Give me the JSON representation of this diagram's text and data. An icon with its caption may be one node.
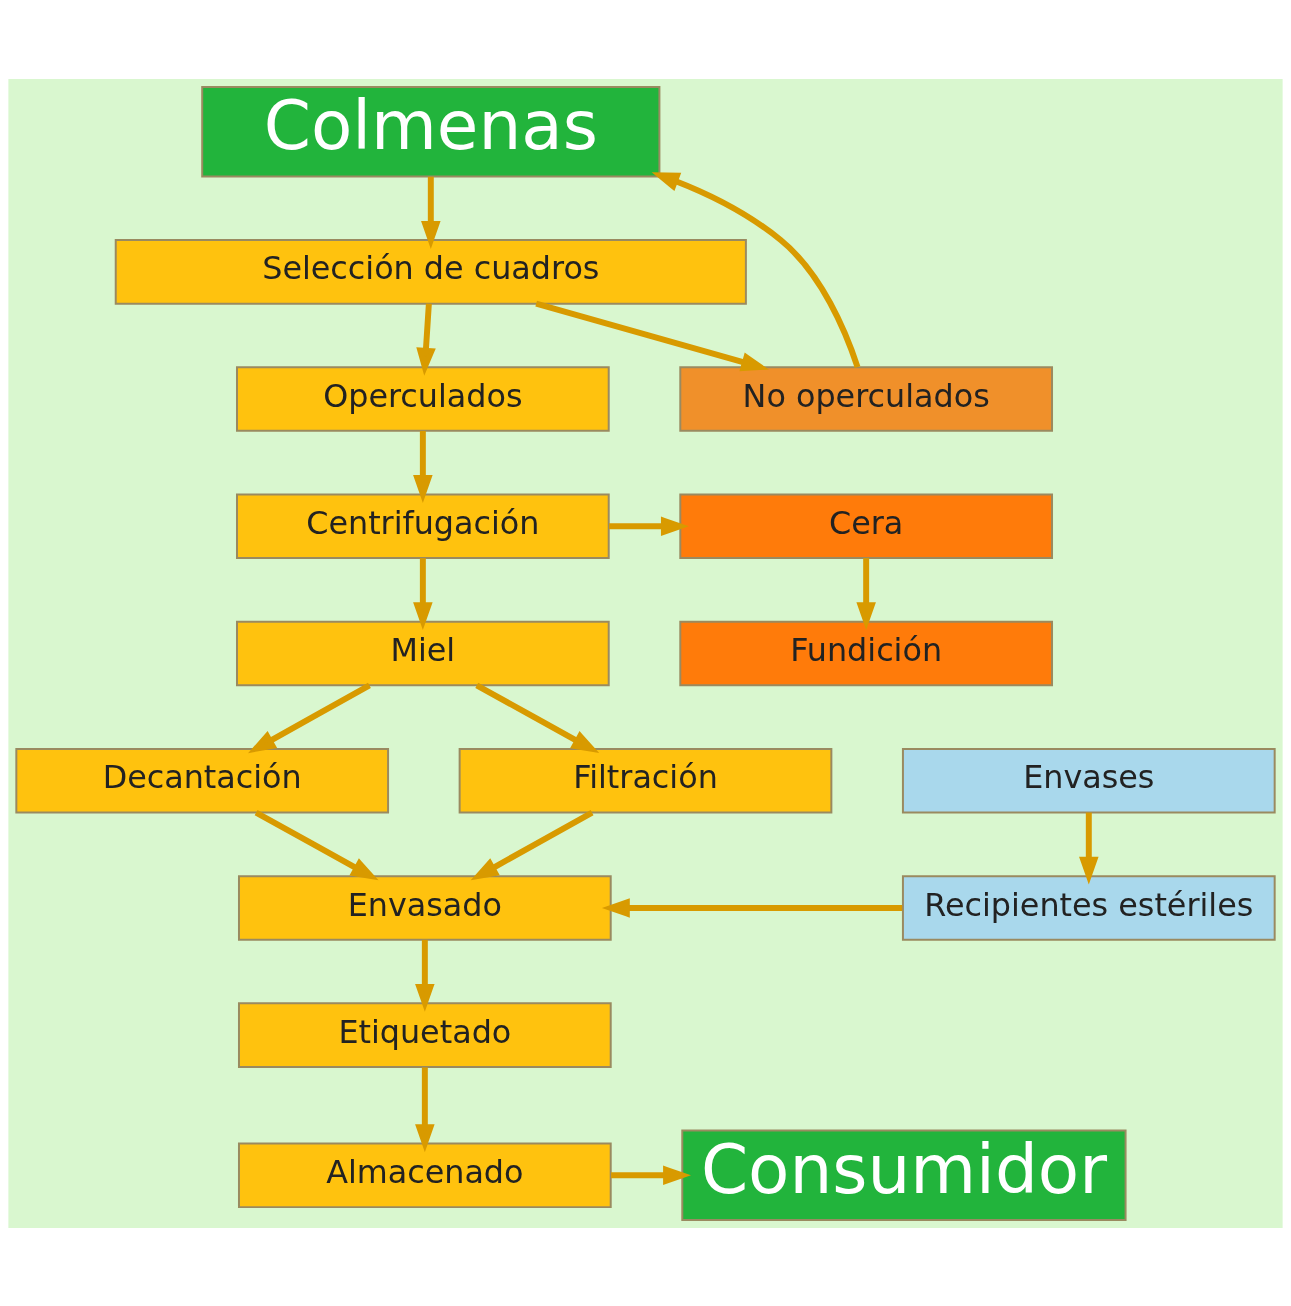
{
  "diagram": {
    "nodes": [
      {
        "text": [
          "Colmenas"
        ]
      },
      {
        "text": [
          "Selección de cuadros"
        ]
      },
      {
        "text": [
          "Operculados"
        ]
      },
      {
        "text": [
          "No operculados"
        ]
      },
      {
        "text": [
          "Centrifugación"
        ]
      },
      {
        "text": [
          "Cera"
        ]
      },
      {
        "text": [
          "Miel"
        ]
      },
      {
        "text": [
          "Fundición"
        ]
      },
      {
        "text": [
          "Decantación"
        ]
      },
      {
        "text": [
          "Filtración"
        ]
      },
      {
        "text": [
          "Envases"
        ]
      },
      {
        "text": [
          "Envasado"
        ]
      },
      {
        "text": [
          "Recipientes estériles"
        ]
      },
      {
        "text": [
          "Etiquetado"
        ]
      },
      {
        "text": [
          "Almacenado"
        ]
      },
      {
        "text": [
          "Consumidor"
        ]
      }
    ],
    "edges": [
      {
        "from": 0,
        "to": 1,
        "arrow": "to"
      },
      {
        "from": 1,
        "to": 2,
        "arrow": "to"
      },
      {
        "from": 1,
        "to": 3,
        "arrow": "to"
      },
      {
        "from": 3,
        "to": 0,
        "arrow": "to"
      },
      {
        "from": 2,
        "to": 4,
        "arrow": "to"
      },
      {
        "from": 4,
        "to": 5,
        "arrow": "to"
      },
      {
        "from": 4,
        "to": 6,
        "arrow": "to"
      },
      {
        "from": 5,
        "to": 7,
        "arrow": "to"
      },
      {
        "from": 6,
        "to": 8,
        "arrow": "to"
      },
      {
        "from": 6,
        "to": 9,
        "arrow": "to"
      },
      {
        "from": 8,
        "to": 11,
        "arrow": "to"
      },
      {
        "from": 9,
        "to": 11,
        "arrow": "to"
      },
      {
        "from": 10,
        "to": 12,
        "arrow": "to"
      },
      {
        "from": 12,
        "to": 11,
        "arrow": "to"
      },
      {
        "from": 11,
        "to": 13,
        "arrow": "to"
      },
      {
        "from": 13,
        "to": 14,
        "arrow": "to"
      },
      {
        "from": 14,
        "to": 15,
        "arrow": "to"
      }
    ]
  }
}
